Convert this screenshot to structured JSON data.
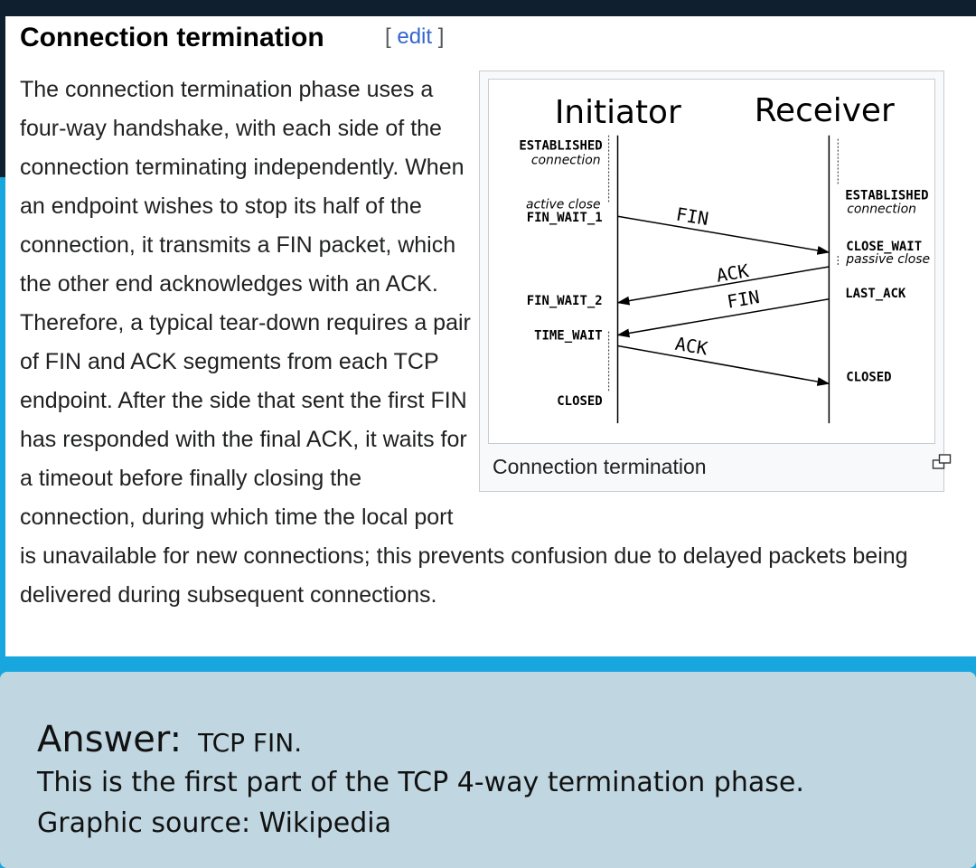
{
  "section": {
    "title": "Connection termination",
    "edit_open": "[",
    "edit_label": "edit",
    "edit_close": "]"
  },
  "paragraph": "The connection termination phase uses a four-way handshake, with each side of the connection terminating independently. When an endpoint wishes to stop its half of the connection, it transmits a FIN packet, which the other end acknowledges with an ACK. Therefore, a typical tear-down requires a pair of FIN and ACK segments from each TCP endpoint. After the side that sent the first FIN has responded with the final ACK, it waits for a timeout before finally closing the connection, during which time the local port is unavailable for new connections; this prevents confusion due to delayed packets being delivered during subsequent connections.",
  "figure": {
    "caption": "Connection termination",
    "magnify_icon": "magnify-clip-icon",
    "diagram": {
      "initiator_label": "Initiator",
      "receiver_label": "Receiver",
      "initiator_states": {
        "established": "ESTABLISHED",
        "established_note": "connection",
        "active_close_note": "active close",
        "fin_wait_1": "FIN_WAIT_1",
        "fin_wait_2": "FIN_WAIT_2",
        "time_wait": "TIME_WAIT",
        "closed": "CLOSED"
      },
      "receiver_states": {
        "established": "ESTABLISHED",
        "established_note": "connection",
        "close_wait": "CLOSE_WAIT",
        "passive_close_note": "passive close",
        "last_ack": "LAST_ACK",
        "closed": "CLOSED"
      },
      "messages": {
        "fin_1": "FIN",
        "ack_1": "ACK",
        "fin_2": "FIN",
        "ack_2": "ACK"
      }
    }
  },
  "answer": {
    "label": "Answer:",
    "value": "TCP FIN.",
    "explanation": "This is the first part of the TCP 4-way termination phase.",
    "source": "Graphic source: Wikipedia"
  }
}
